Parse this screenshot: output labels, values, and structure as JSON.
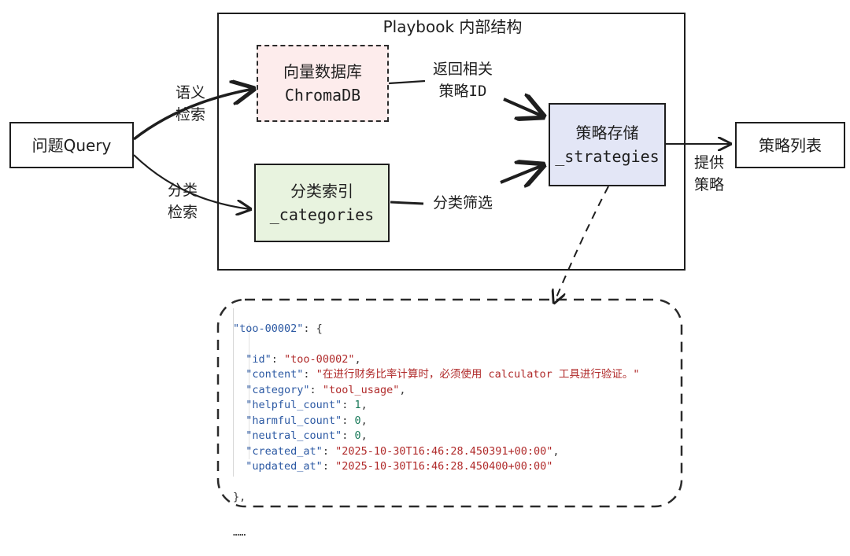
{
  "container_title": "Playbook 内部结构",
  "nodes": {
    "query": "问题Query",
    "vector_db": {
      "line1": "向量数据库",
      "line2": "ChromaDB"
    },
    "category_index": {
      "line1": "分类索引",
      "line2": "_categories"
    },
    "strategy_store": {
      "line1": "策略存储",
      "line2": "_strategies"
    },
    "strategy_list": "策略列表"
  },
  "edge_labels": {
    "semantic_search": {
      "line1": "语义",
      "line2": "检索"
    },
    "category_search": {
      "line1": "分类",
      "line2": "检索"
    },
    "return_ids": {
      "line1": "返回相关",
      "line2": "策略ID"
    },
    "category_filter": "分类筛选",
    "provide": {
      "line1": "提供",
      "line2": "策略"
    }
  },
  "colors": {
    "vector_db_fill": "#fdecec",
    "vector_db_border": "#d98c8c",
    "category_fill": "#e8f3df",
    "strategy_fill": "#e3e6f6",
    "stroke": "#1e1e1e"
  },
  "code": {
    "key": "\"too-00002\"",
    "fields": [
      {
        "key": "\"id\"",
        "value": "\"too-00002\"",
        "type": "string",
        "comma": ","
      },
      {
        "key": "\"content\"",
        "value": "\"在进行财务比率计算时，必须使用 calculator 工具进行验证。\"",
        "type": "string",
        "comma": ""
      },
      {
        "key": "\"category\"",
        "value": "\"tool_usage\"",
        "type": "string",
        "comma": ","
      },
      {
        "key": "\"helpful_count\"",
        "value": "1",
        "type": "number",
        "comma": ","
      },
      {
        "key": "\"harmful_count\"",
        "value": "0",
        "type": "number",
        "comma": ","
      },
      {
        "key": "\"neutral_count\"",
        "value": "0",
        "type": "number",
        "comma": ","
      },
      {
        "key": "\"created_at\"",
        "value": "\"2025-10-30T16:46:28.450391+00:00\"",
        "type": "string",
        "comma": ","
      },
      {
        "key": "\"updated_at\"",
        "value": "\"2025-10-30T16:46:28.450400+00:00\"",
        "type": "string",
        "comma": ""
      }
    ],
    "close": "},",
    "ellipsis": "……"
  }
}
